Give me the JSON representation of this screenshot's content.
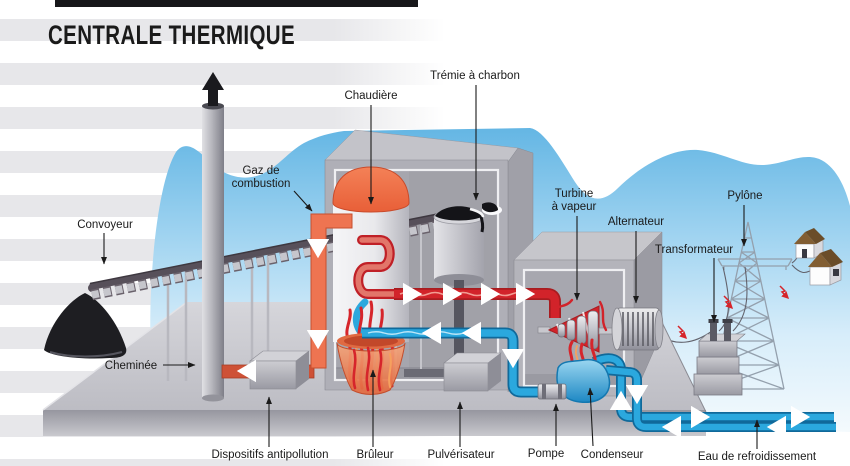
{
  "title": {
    "text": "CENTRALE THERMIQUE"
  },
  "colors": {
    "accent_red": "#CB2127",
    "pipe_red": "#D2232A",
    "pipe_blue": "#2BA8DE",
    "sky_blue": "#64B6E4",
    "duct_orange": "#EE7451",
    "label_text": "#1A1A1A"
  },
  "labels": {
    "tremie": "Trémie à charbon",
    "chaudiere": "Chaudière",
    "gaz_line1": "Gaz de",
    "gaz_line2": "combustion",
    "convoyeur": "Convoyeur",
    "turbine_line1": "Turbine",
    "turbine_line2": "à vapeur",
    "alternateur": "Alternateur",
    "transformateur": "Transformateur",
    "pylone": "Pylône",
    "cheminee": "Cheminée",
    "dispositifs": "Dispositifs antipollution",
    "bruleur": "Brûleur",
    "pulverisateur": "Pulvérisateur",
    "pompe": "Pompe",
    "condenseur": "Condenseur",
    "eau": "Eau de refroidissement"
  }
}
